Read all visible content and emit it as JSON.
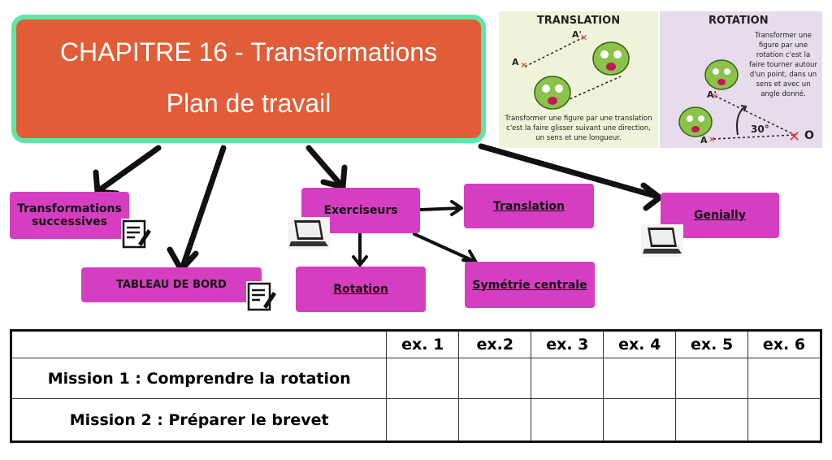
{
  "title": {
    "line1": "CHAPITRE 16 - Transformations",
    "line2": "Plan de travail"
  },
  "nodes": {
    "transformations": "Transformations successives",
    "tableau": "TABLEAU DE BORD",
    "exerciseurs": "Exerciseurs",
    "translation": "Translation",
    "rotation": "Rotation",
    "symetrie": "Symétrie centrale",
    "genially": "Genially"
  },
  "illustrations": {
    "translation": {
      "heading": "TRANSLATION",
      "text": "Transformer une figure par une translation c'est la faire glisser suivant une direction, un sens et une longueur.",
      "point_a": "A",
      "point_a_prime": "A'"
    },
    "rotation": {
      "heading": "ROTATION",
      "text": "Transformer une figure par une rotation c'est la faire tourner autour d'un point, dans un sens et avec un angle donné.",
      "point_a": "A",
      "point_a_prime": "A'",
      "angle": "30°",
      "center": "O"
    }
  },
  "table": {
    "columns": [
      "ex. 1",
      "ex.2",
      "ex. 3",
      "ex. 4",
      "ex. 5",
      "ex. 6"
    ],
    "rows": [
      {
        "label": "Mission 1 : Comprendre la rotation"
      },
      {
        "label": "Mission 2 : Préparer le brevet"
      }
    ]
  },
  "colors": {
    "title_bg": "#e05d37",
    "title_border": "#5ee6a8",
    "node_bg": "#d63ec2"
  }
}
